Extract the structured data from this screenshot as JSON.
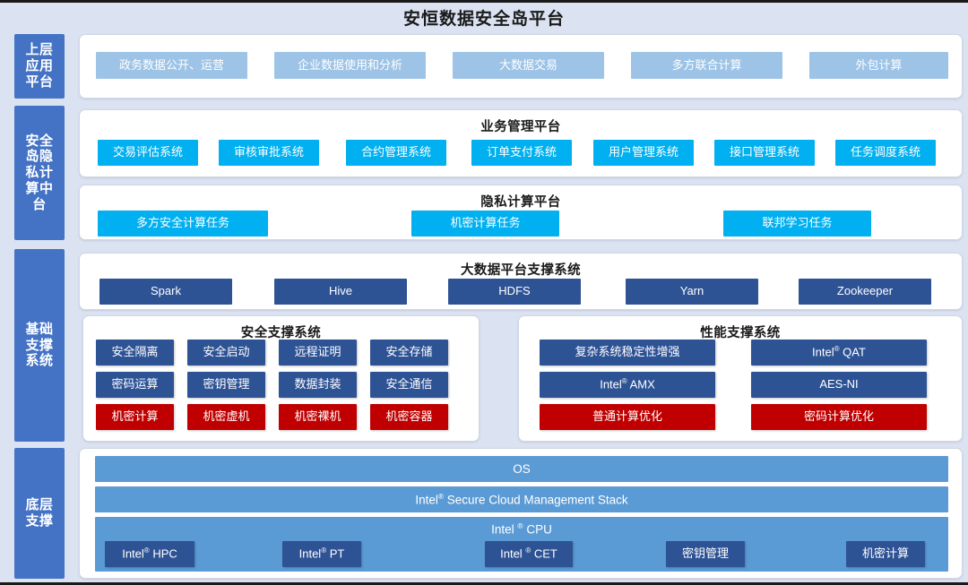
{
  "title": "安恒数据安全岛平台",
  "colors": {
    "background": "#dbe2f2",
    "rail": "#4472c4",
    "light_blue": "#9dc3e6",
    "cyan": "#00b0f0",
    "navy": "#2e5395",
    "red": "#c00000",
    "sky": "#5b9bd5",
    "panel": "#ffffff"
  },
  "rails": [
    {
      "label": "上层\n应用\n平台"
    },
    {
      "label": "安全\n岛隐\n私计\n算中\n台"
    },
    {
      "label": "基础\n支撑\n系统"
    },
    {
      "label": "底层\n支撑"
    }
  ],
  "layers": {
    "application": {
      "items": [
        "政务数据公开、运营",
        "企业数据使用和分析",
        "大数据交易",
        "多方联合计算",
        "外包计算"
      ]
    },
    "business_platform": {
      "title": "业务管理平台",
      "items": [
        "交易评估系统",
        "审核审批系统",
        "合约管理系统",
        "订单支付系统",
        "用户管理系统",
        "接口管理系统",
        "任务调度系统"
      ]
    },
    "privacy_platform": {
      "title": "隐私计算平台",
      "items": [
        "多方安全计算任务",
        "机密计算任务",
        "联邦学习任务"
      ]
    },
    "bigdata_platform": {
      "title": "大数据平台支撑系统",
      "items": [
        "Spark",
        "Hive",
        "HDFS",
        "Yarn",
        "Zookeeper"
      ]
    },
    "security_support": {
      "title": "安全支撑系统",
      "rows": [
        [
          "安全隔离",
          "安全启动",
          "远程证明",
          "安全存储"
        ],
        [
          "密码运算",
          "密钥管理",
          "数据封装",
          "安全通信"
        ],
        [
          "机密计算",
          "机密虚机",
          "机密裸机",
          "机密容器"
        ]
      ]
    },
    "performance_support": {
      "title": "性能支撑系统",
      "rows": [
        [
          "复杂系统稳定性增强",
          "Intel® QAT"
        ],
        [
          "Intel® AMX",
          "AES-NI"
        ],
        [
          "普通计算优化",
          "密码计算优化"
        ]
      ]
    },
    "bottom_support": {
      "os": "OS",
      "stack": "Intel® Secure Cloud Management Stack",
      "cpu": "Intel ® CPU",
      "cpu_items": [
        "Intel® HPC",
        "Intel® PT",
        "Intel ® CET",
        "密钥管理",
        "机密计算"
      ]
    }
  }
}
